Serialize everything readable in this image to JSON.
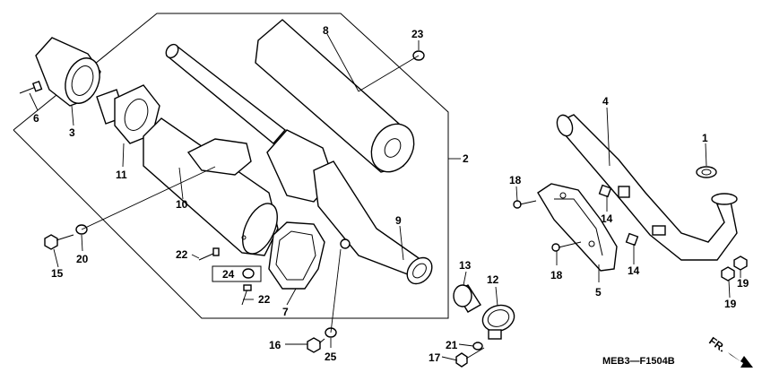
{
  "diagram": {
    "code": "MEB3—F1504B",
    "direction": "FR.",
    "callouts": {
      "c1": "1",
      "c2": "2",
      "c3": "3",
      "c4": "4",
      "c5": "5",
      "c6": "6",
      "c7": "7",
      "c8": "8",
      "c9": "9",
      "c10": "10",
      "c11": "11",
      "c12": "12",
      "c13": "13",
      "c14a": "14",
      "c14b": "14",
      "c15": "15",
      "c16": "16",
      "c17": "17",
      "c18a": "18",
      "c18b": "18",
      "c19a": "19",
      "c19b": "19",
      "c20": "20",
      "c21": "21",
      "c22a": "22",
      "c22b": "22",
      "c23": "23",
      "c24": "24",
      "c25": "25"
    }
  }
}
